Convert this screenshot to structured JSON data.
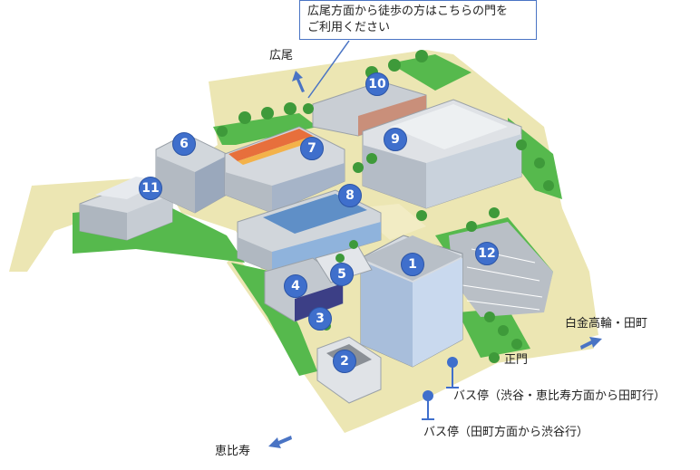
{
  "callout": {
    "line1": "広尾方面から徒歩の方はこちらの門を",
    "line2": "ご利用ください"
  },
  "labels": {
    "hiroo": "広尾",
    "shirokane": "白金高輪・田町",
    "main_gate": "正門",
    "ebisu": "恵比寿",
    "bus_stop_1": "バス停（渋谷・恵比寿方面から田町行）",
    "bus_stop_2": "バス停（田町方面から渋谷行）"
  },
  "markers": [
    "1",
    "2",
    "3",
    "4",
    "5",
    "6",
    "7",
    "8",
    "9",
    "10",
    "11",
    "12"
  ],
  "colors": {
    "marker": "#3f6fcc",
    "arrow": "#4a74c4",
    "grass": "#4fb848",
    "path": "#e9e2a8"
  }
}
